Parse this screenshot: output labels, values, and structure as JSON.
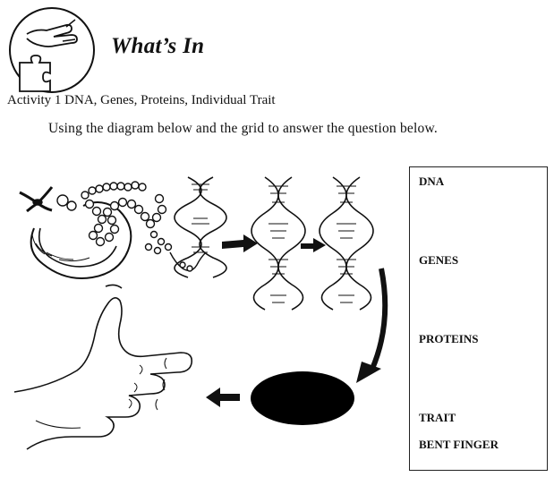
{
  "header": {
    "title": "What’s In",
    "logo_icon": "hand-puzzle-icon"
  },
  "activity": {
    "heading": "Activity 1 DNA, Genes, Proteins, Individual Trait",
    "instruction": "Using the diagram below and the grid to answer the question below."
  },
  "diagram": {
    "elements": [
      "chromosome-icon",
      "dna-helix-icon",
      "thumb-hand-icon",
      "black-oval"
    ]
  },
  "grid": {
    "labels": {
      "dna": "DNA",
      "genes": "GENES",
      "proteins": "PROTEINS",
      "trait": "TRAIT",
      "bent_finger": "BENT FINGER"
    }
  },
  "colors": {
    "ink": "#111111",
    "background": "#ffffff"
  }
}
